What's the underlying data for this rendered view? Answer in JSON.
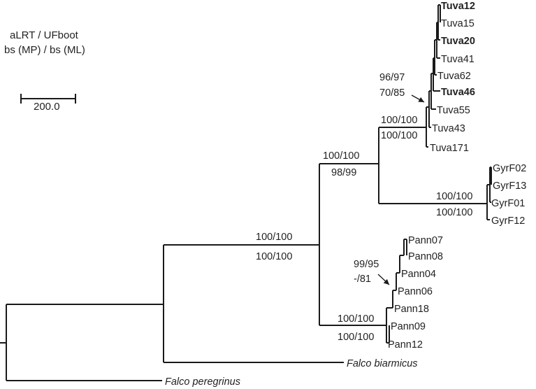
{
  "legend": {
    "line1": "aLRT / UFboot",
    "line2": "bs (MP) / bs (ML)"
  },
  "scale_bar": {
    "label": "200.0"
  },
  "taxa": {
    "tuva12": "Tuva12",
    "tuva15": "Tuva15",
    "tuva20": "Tuva20",
    "tuva41": "Tuva41",
    "tuva62": "Tuva62",
    "tuva46": "Tuva46",
    "tuva55": "Tuva55",
    "tuva43": "Tuva43",
    "tuva171": "Tuva171",
    "gyrf02": "GyrF02",
    "gyrf13": "GyrF13",
    "gyrf01": "GyrF01",
    "gyrf12": "GyrF12",
    "pann07": "Pann07",
    "pann08": "Pann08",
    "pann04": "Pann04",
    "pann06": "Pann06",
    "pann18": "Pann18",
    "pann09": "Pann09",
    "pann12": "Pann12",
    "falco_biarmicus": "Falco biarmicus",
    "falco_peregrinus": "Falco peregrinus"
  },
  "support": {
    "tuva_inner_top": "96/97",
    "tuva_inner_bottom": "70/85",
    "tuva_clade_top": "100/100",
    "tuva_clade_bottom": "100/100",
    "tuva_gyr_top": "100/100",
    "tuva_gyr_bottom": "98/99",
    "gyr_clade_top": "100/100",
    "gyr_clade_bottom": "100/100",
    "ingroup_top": "100/100",
    "ingroup_bottom": "100/100",
    "pann_inner_top": "99/95",
    "pann_inner_bottom": "-/81",
    "pann_clade_top": "100/100",
    "pann_clade_bottom": "100/100"
  }
}
